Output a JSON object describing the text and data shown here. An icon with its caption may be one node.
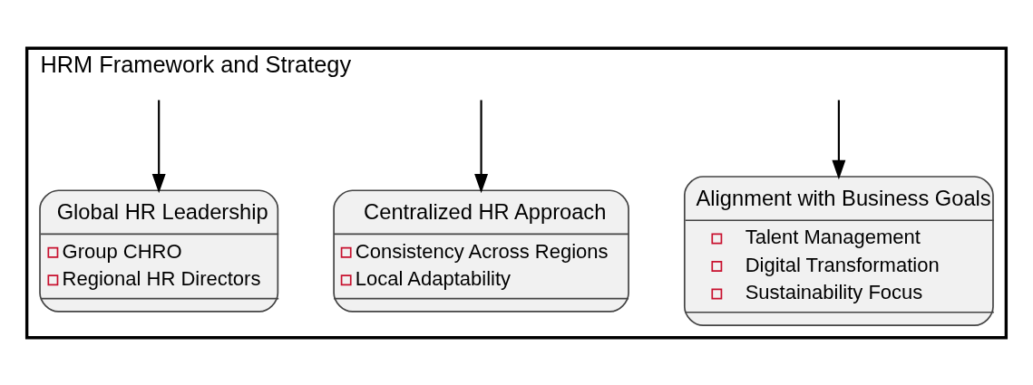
{
  "diagram": {
    "nodes": [
      {
        "text": [
          "HRM Framework and Strategy"
        ]
      },
      {
        "text": [
          "Alignment with Business Goals",
          "Talent Management",
          "Digital Transformation",
          "Sustainability Focus"
        ],
        "in": 0
      },
      {
        "text": [
          "Centralized HR Approach",
          "Consistency Across Regions",
          "Local Adaptability"
        ],
        "in": 0
      },
      {
        "text": [
          "Global HR Leadership",
          "Group CHRO",
          "Regional HR Directors"
        ],
        "in": 0
      }
    ],
    "edges": [
      {
        "from": null,
        "to": 1,
        "arrow": "to"
      },
      {
        "from": null,
        "to": 2,
        "arrow": "to"
      },
      {
        "from": null,
        "to": 3,
        "arrow": "to"
      }
    ]
  }
}
